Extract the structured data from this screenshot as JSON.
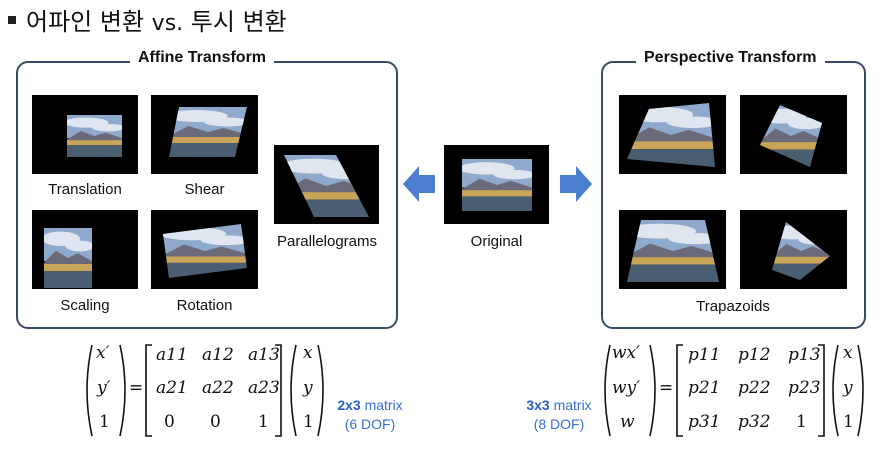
{
  "title": {
    "korean_head": "어파인 변환",
    "vs": "vs.",
    "korean_tail": "투시 변환"
  },
  "affine": {
    "panel_label": "Affine Transform",
    "items": {
      "translation": "Translation",
      "shear": "Shear",
      "parallelograms": "Parallelograms",
      "scaling": "Scaling",
      "rotation": "Rotation"
    }
  },
  "original": {
    "label": "Original"
  },
  "perspective": {
    "panel_label": "Perspective Transform",
    "caption": "Trapazoids"
  },
  "affine_equation": {
    "lhs": [
      "x′",
      "y′",
      "1"
    ],
    "matrix": [
      [
        "a11",
        "a12",
        "a13"
      ],
      [
        "a21",
        "a22",
        "a23"
      ],
      [
        "0",
        "0",
        "1"
      ]
    ],
    "rhs": [
      "x",
      "y",
      "1"
    ],
    "size_label": "2x3",
    "matrix_word": "matrix",
    "dof": "(6 DOF)"
  },
  "perspective_equation": {
    "lhs": [
      "wx′",
      "wy′",
      "w"
    ],
    "matrix": [
      [
        "p11",
        "p12",
        "p13"
      ],
      [
        "p21",
        "p22",
        "p23"
      ],
      [
        "p31",
        "p32",
        "1"
      ]
    ],
    "rhs": [
      "x",
      "y",
      "1"
    ],
    "size_label": "3x3",
    "matrix_word": "matrix",
    "dof": "(8 DOF)"
  },
  "colors": {
    "panel_border": "#3a4a6a",
    "arrow": "#4a7fd0",
    "accent_text": "#3a6fd6",
    "sky": "#8fa9cc",
    "cloud": "#dfe6ef",
    "mountain": "#6b6a78",
    "field": "#c9a55a",
    "water": "#4a5e72"
  }
}
